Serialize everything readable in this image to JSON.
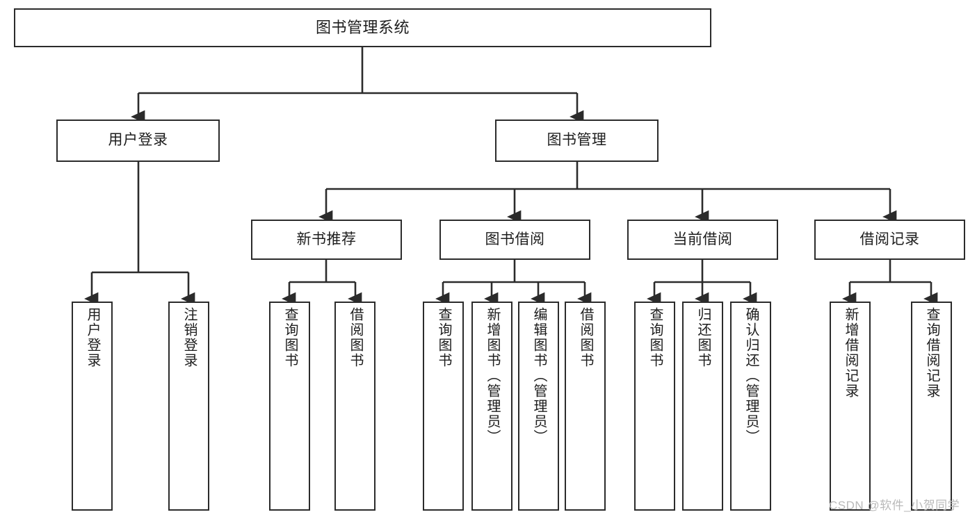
{
  "diagram": {
    "title": "图书管理系统",
    "type": "tree-hierarchy",
    "watermark": "CSDN @软件_小贺同学",
    "nodes": {
      "root": {
        "label": "图书管理系统"
      },
      "level2": [
        {
          "id": "user-login",
          "label": "用户登录"
        },
        {
          "id": "book-manage",
          "label": "图书管理"
        }
      ],
      "level3": [
        {
          "id": "new-book-recommend",
          "label": "新书推荐"
        },
        {
          "id": "book-borrow",
          "label": "图书借阅"
        },
        {
          "id": "current-borrow",
          "label": "当前借阅"
        },
        {
          "id": "borrow-record",
          "label": "借阅记录"
        }
      ],
      "leaves": {
        "user_login": [
          {
            "id": "leaf-user-login",
            "label": "用户登录"
          },
          {
            "id": "leaf-logout-login",
            "label": "注销登录"
          }
        ],
        "new_book_recommend": [
          {
            "id": "leaf-query-book-1",
            "label": "查询图书"
          },
          {
            "id": "leaf-borrow-book-1",
            "label": "借阅图书"
          }
        ],
        "book_borrow": [
          {
            "id": "leaf-query-book-2",
            "label": "查询图书"
          },
          {
            "id": "leaf-add-book",
            "label": "新增图书（管理员）"
          },
          {
            "id": "leaf-edit-book",
            "label": "编辑图书（管理员）"
          },
          {
            "id": "leaf-borrow-book-2",
            "label": "借阅图书"
          }
        ],
        "current_borrow": [
          {
            "id": "leaf-query-book-3",
            "label": "查询图书"
          },
          {
            "id": "leaf-return-book",
            "label": "归还图书"
          },
          {
            "id": "leaf-confirm-return",
            "label": "确认归还（管理员）"
          }
        ],
        "borrow_record": [
          {
            "id": "leaf-add-record",
            "label": "新增借阅记录"
          },
          {
            "id": "leaf-query-record",
            "label": "查询借阅记录"
          }
        ]
      }
    },
    "colors": {
      "border": "#2b2b2b",
      "fill": "#ffffff",
      "text": "#1d1d1d",
      "watermark": "#b9b9b9"
    }
  }
}
